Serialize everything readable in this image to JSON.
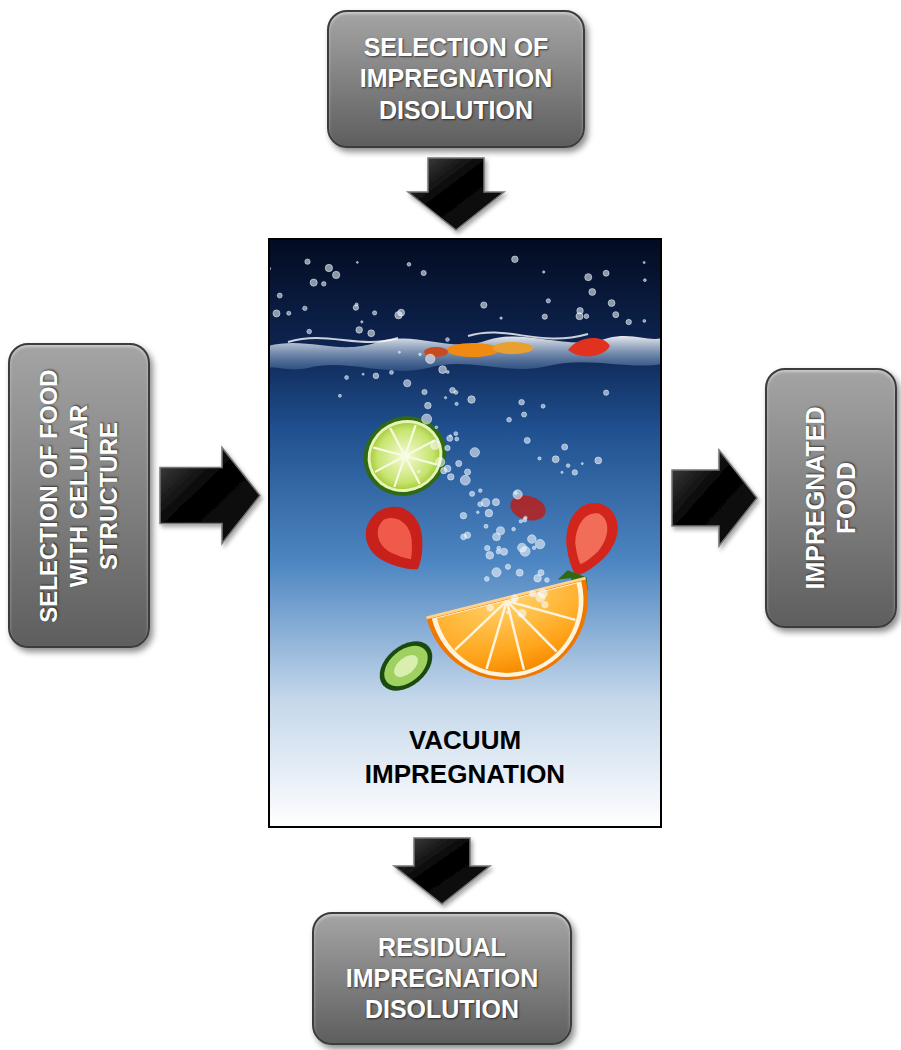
{
  "diagram": {
    "nodes": [
      {
        "text": [
          "SELECTION OF IMPREGNATION DISOLUTION"
        ]
      },
      {
        "text": [
          "SELECTION OF FOOD WITH CELULAR STRUCTURE"
        ]
      },
      {
        "text": [
          "VACUUM IMPREGNATION"
        ]
      },
      {
        "text": [
          "IMPREGNATED FOOD"
        ]
      },
      {
        "text": [
          "RESIDUAL IMPREGNATION DISOLUTION"
        ]
      }
    ],
    "edges": [
      {
        "from": 0,
        "to": 2,
        "arrow": "to"
      },
      {
        "from": 1,
        "to": 2,
        "arrow": "to"
      },
      {
        "from": 2,
        "to": 3,
        "arrow": "to"
      },
      {
        "from": 2,
        "to": 4,
        "arrow": "to"
      }
    ]
  }
}
